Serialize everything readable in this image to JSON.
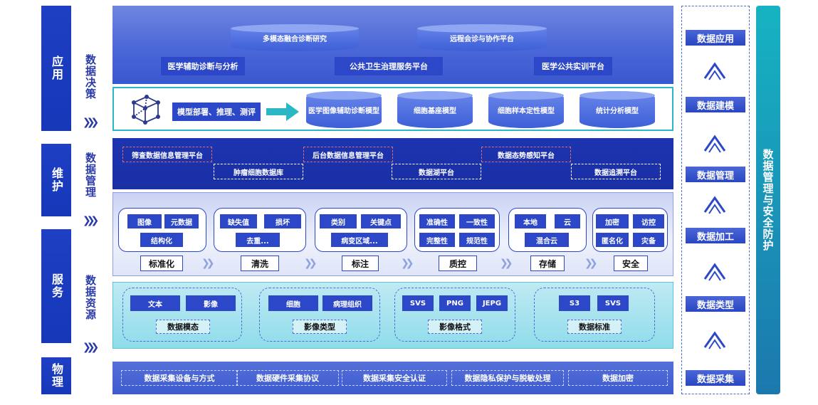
{
  "layers": {
    "application": "应用",
    "maintenance": "维护",
    "service": "服务",
    "physical": "物理"
  },
  "side_labels": {
    "data_decision": "数据决策",
    "data_management": "数据管理",
    "data_resources": "数据资源",
    "arrow_glyph": "❯❯❯"
  },
  "application": {
    "top_cylinders": [
      "多模态融合诊断研究",
      "远程会诊与协作平台"
    ],
    "platforms": [
      "医学辅助诊断与分析",
      "公共卫生治理服务平台",
      "医学公共实训平台"
    ]
  },
  "decision": {
    "model_label": "模型部署、推理、测评",
    "models": [
      "医学图像辅助诊断模型",
      "细胞基座模型",
      "细胞样本定性模型",
      "统计分析模型"
    ]
  },
  "management": {
    "top_items": [
      "筛查数据信息管理平台",
      "后台数据信息管理平台",
      "数据态势感知平台"
    ],
    "bottom_items": [
      "肿瘤细胞数据库",
      "数据湖平台",
      "数据追溯平台"
    ]
  },
  "service": {
    "groups": [
      {
        "label": "标准化",
        "chips": [
          "图像",
          "元数据",
          "结构化"
        ]
      },
      {
        "label": "清洗",
        "chips": [
          "缺失值",
          "损坏",
          "去重..."
        ]
      },
      {
        "label": "标注",
        "chips": [
          "类别",
          "关键点",
          "病变区域..."
        ]
      },
      {
        "label": "质控",
        "chips": [
          "准确性",
          "一致性",
          "完整性",
          "规范性"
        ]
      },
      {
        "label": "存储",
        "chips": [
          "本地",
          "云",
          "混合云"
        ]
      },
      {
        "label": "安全",
        "chips": [
          "加密",
          "访控",
          "匿名化",
          "灾备"
        ]
      }
    ],
    "arrow_glyph": "❯❯"
  },
  "resources": {
    "groups": [
      {
        "label": "数据模态",
        "chips": [
          "文本",
          "影像"
        ]
      },
      {
        "label": "影像类型",
        "chips": [
          "细胞",
          "病理组织"
        ]
      },
      {
        "label": "影像格式",
        "chips": [
          "SVS",
          "PNG",
          "JEPG"
        ]
      },
      {
        "label": "数据标准",
        "chips": [
          "S3",
          "SVS"
        ]
      }
    ]
  },
  "physical": {
    "items": [
      "数据采集设备与方式",
      "数据硬件采集协议",
      "数据采集安全认证",
      "数据隐私保护与脱敏处理",
      "数据加密"
    ]
  },
  "right_column": {
    "labels": [
      "数据应用",
      "数据建模",
      "数据管理",
      "数据加工",
      "数据类型",
      "数据采集"
    ],
    "bar_title": "数据管理与安全防护"
  },
  "colors": {
    "primary": "#2c48c8",
    "dark_blue": "#1537b8",
    "teal": "#16b3c2",
    "pink_dash": "#e36b6b"
  }
}
